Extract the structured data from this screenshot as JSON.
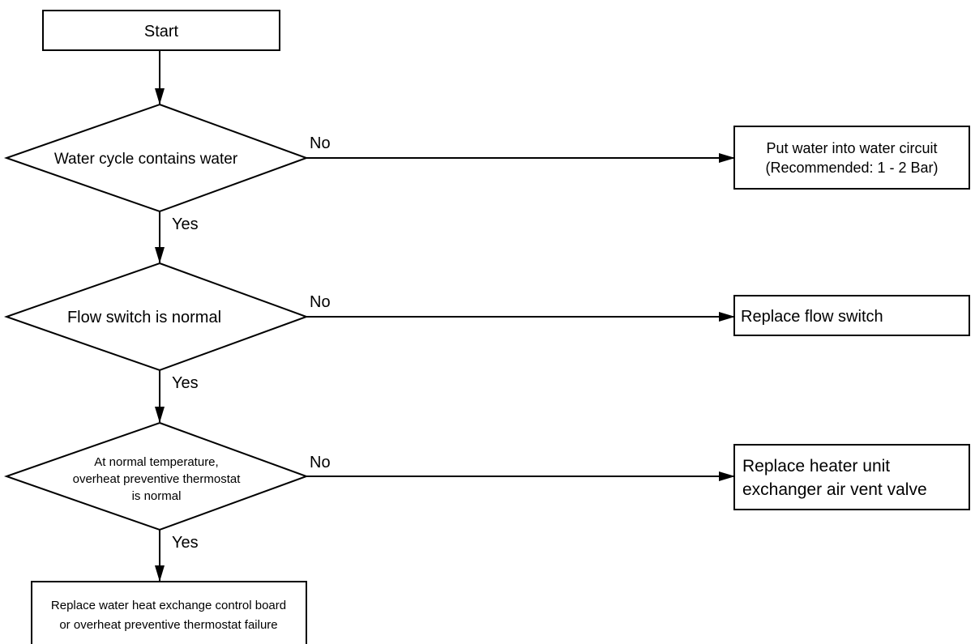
{
  "flowchart": {
    "start": {
      "label": "Start"
    },
    "decisions": [
      {
        "lines": [
          "Water cycle contains water"
        ]
      },
      {
        "lines": [
          "Flow switch is normal"
        ]
      },
      {
        "lines": [
          "At normal temperature,",
          "overheat preventive thermostat",
          "is normal"
        ]
      }
    ],
    "actions": [
      {
        "lines": [
          "Put water into water circuit",
          "(Recommended: 1 - 2 Bar)"
        ]
      },
      {
        "lines": [
          "Replace flow switch"
        ]
      },
      {
        "lines": [
          "Replace heater unit",
          "exchanger air vent valve"
        ]
      }
    ],
    "final": {
      "lines": [
        "Replace water heat exchange control board",
        "or overheat preventive thermostat failure"
      ]
    },
    "labels": {
      "no": "No",
      "yes": "Yes"
    }
  }
}
